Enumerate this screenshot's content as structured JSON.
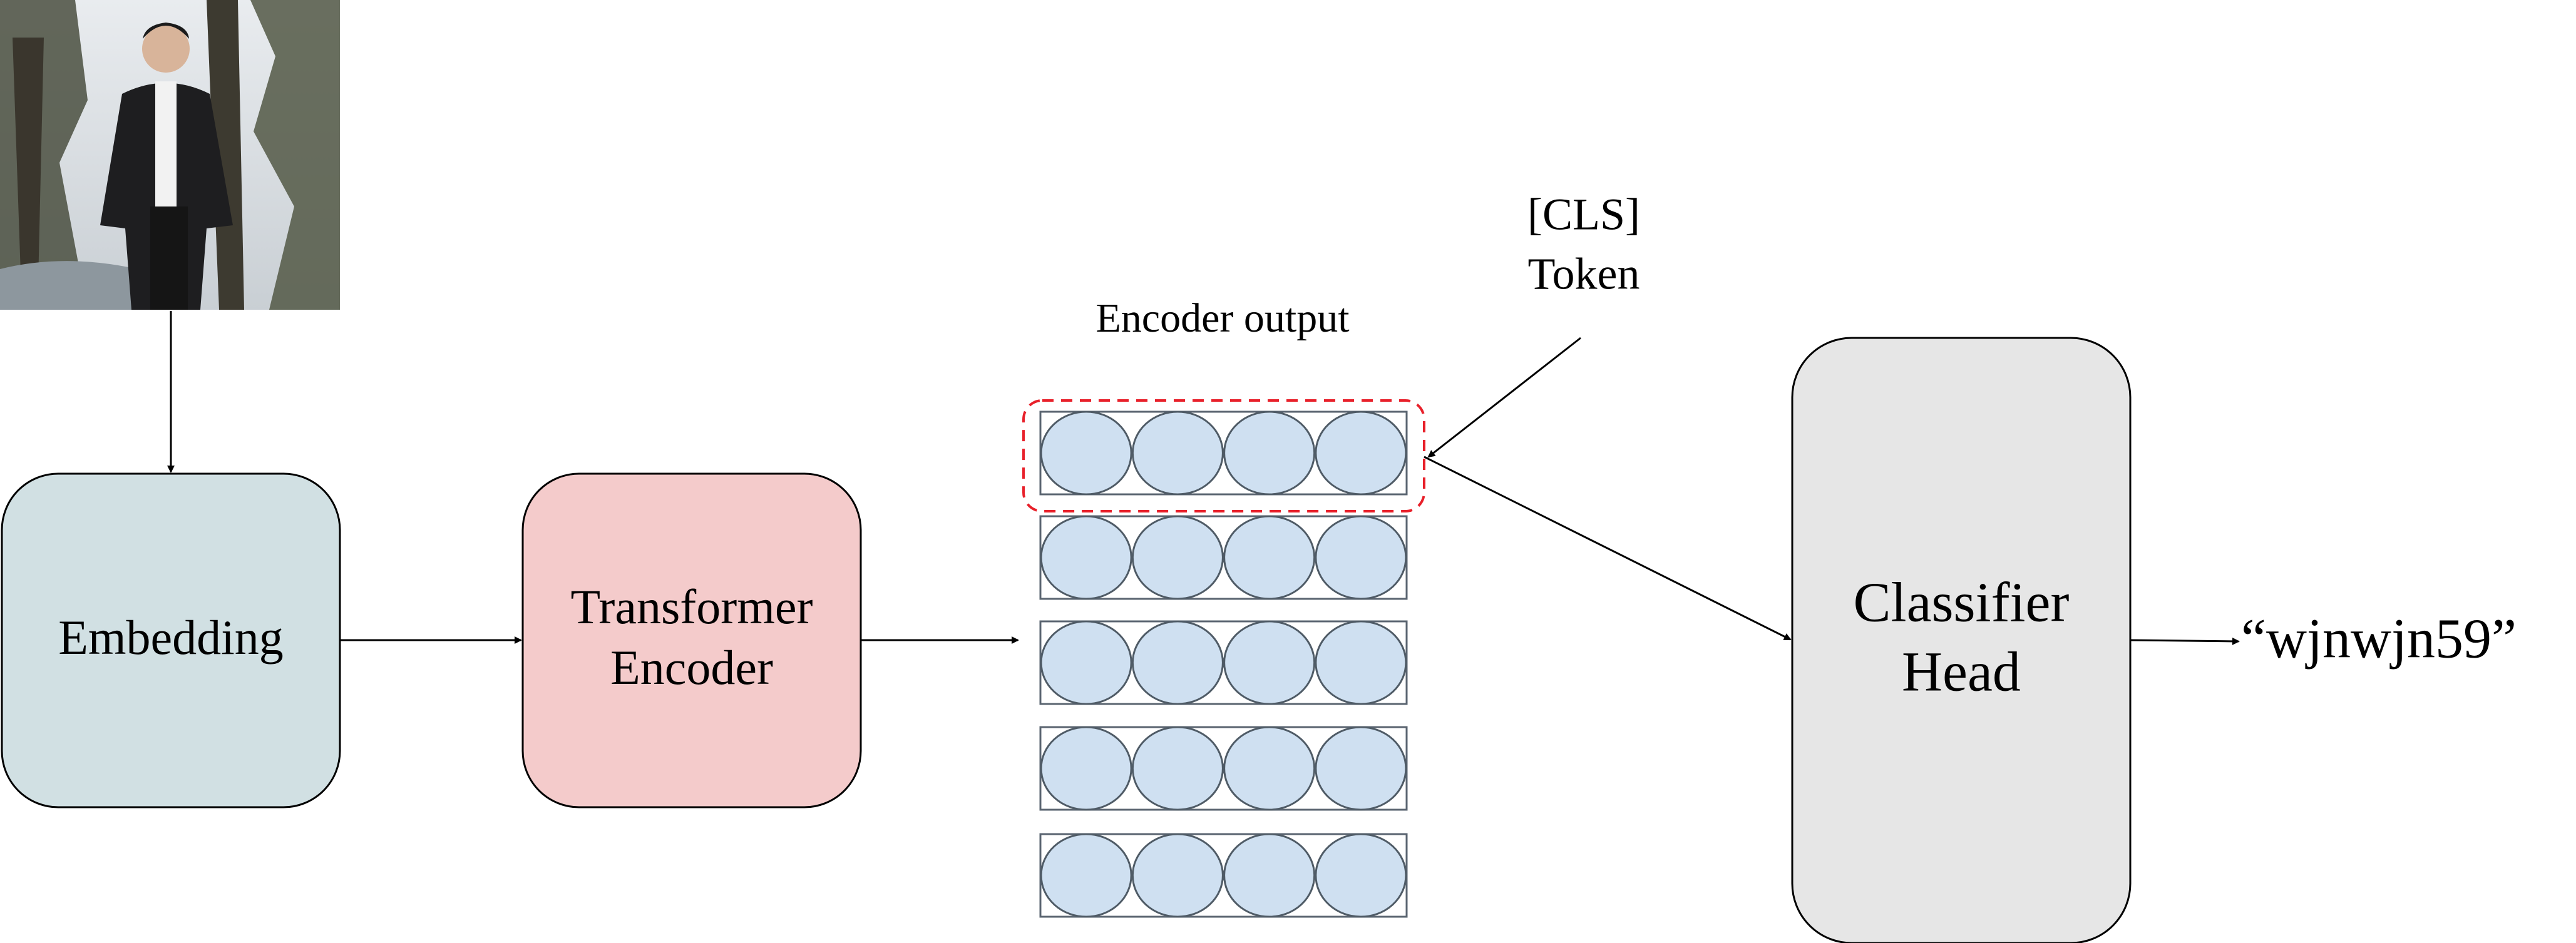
{
  "diagram": {
    "photo": {
      "description_icon": "person-photo-icon"
    },
    "embedding": {
      "label": "Embedding",
      "fill": "#d1e0e3"
    },
    "transformer": {
      "line1": "Transformer",
      "line2": "Encoder",
      "fill": "#f4cbcb"
    },
    "encoder_output": {
      "label": "Encoder output",
      "token_fill": "#cfe0f1",
      "rows": 5,
      "tokens_per_row": 4,
      "highlight_color": "#e8202a"
    },
    "cls": {
      "line1": "[CLS]",
      "line2": "Token"
    },
    "classifier": {
      "line1": "Classifier",
      "line2": "Head",
      "fill": "#e6e6e6"
    },
    "output": {
      "label": "“wjnwjn59”"
    }
  }
}
